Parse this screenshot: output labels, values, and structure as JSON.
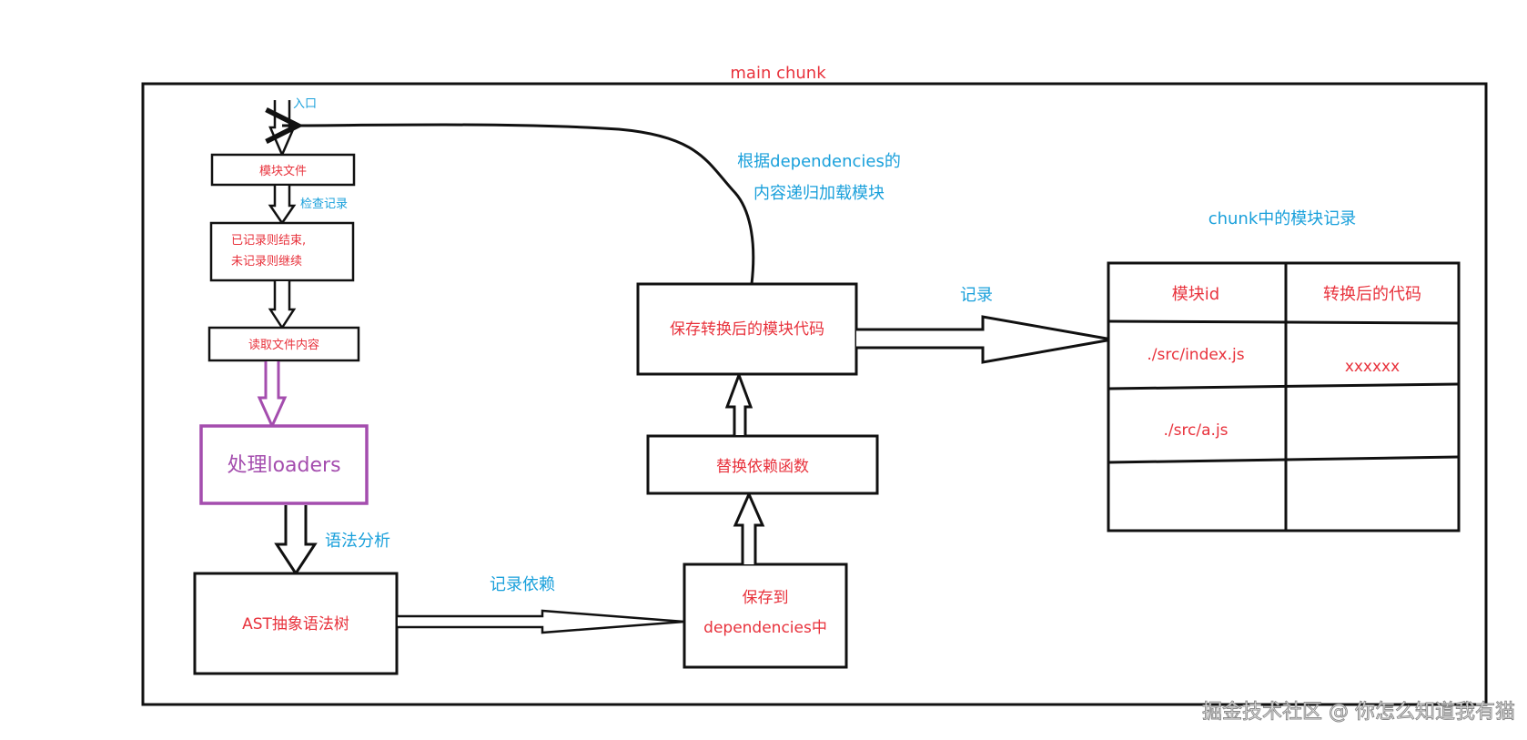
{
  "title": "main chunk",
  "watermark": "掘金技术社区 @ 你怎么知道我有猫",
  "colors": {
    "red": "#e8323c",
    "blue": "#1aa0db",
    "purple": "#a44dae",
    "black": "#111111",
    "watermark": "#e9e9e9"
  },
  "labels": {
    "entry": "入口",
    "check_record": "检查记录",
    "syntax_analysis": "语法分析",
    "record_deps": "记录依赖",
    "recursive_line1": "根据dependencies的",
    "recursive_line2": "内容递归加载模块",
    "record": "记录"
  },
  "nodes": {
    "module_file": "模块文件",
    "recorded_line1": "已记录则结束,",
    "recorded_line2": "未记录则继续",
    "read_file": "读取文件内容",
    "loaders": "处理loaders",
    "ast": "AST抽象语法树",
    "save_deps_line1": "保存到",
    "save_deps_line2": "dependencies中",
    "replace_fn": "替换依赖函数",
    "save_code": "保存转换后的模块代码"
  },
  "table": {
    "title": "chunk中的模块记录",
    "headers": [
      "模块id",
      "转换后的代码"
    ],
    "rows": [
      [
        "./src/index.js",
        "xxxxxx"
      ],
      [
        "./src/a.js",
        ""
      ],
      [
        "",
        ""
      ]
    ]
  }
}
